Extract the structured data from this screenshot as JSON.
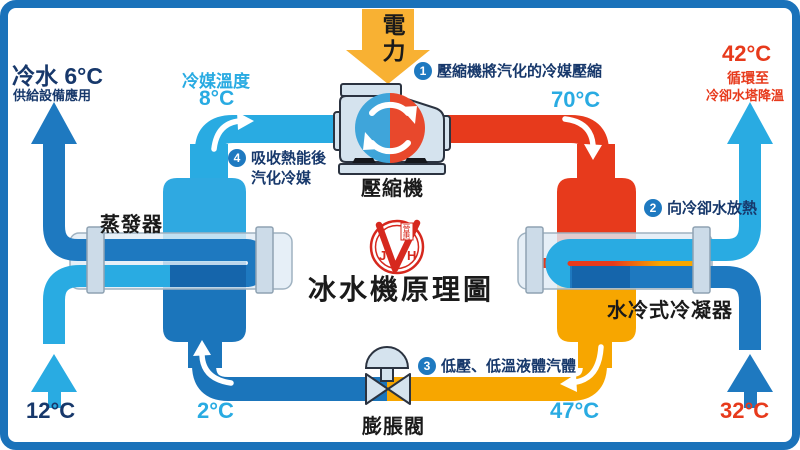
{
  "title": "冰水機原理圖",
  "power_label": "電力",
  "components": {
    "evaporator": "蒸發器",
    "compressor": "壓縮機",
    "condenser": "水冷式冷凝器",
    "valve": "膨脹閥"
  },
  "steps": [
    {
      "num": "1",
      "text": "壓縮機將汽化的冷媒壓縮"
    },
    {
      "num": "2",
      "text": "向冷卻水放熱"
    },
    {
      "num": "3",
      "text": "低壓、低溫液體汽體"
    },
    {
      "num": "4",
      "text": "吸收熱能後",
      "text2": "汽化冷媒"
    }
  ],
  "temps": {
    "chilled_supply": "冷水 6°C",
    "chilled_supply_note": "供給設備應用",
    "refrigerant_label": "冷媒溫度",
    "evap_out": "8°C",
    "compressor_out": "70°C",
    "cooling_out": "42°C",
    "cooling_out_note1": "循環至",
    "cooling_out_note2": "冷卻水塔降溫",
    "chilled_return": "12°C",
    "evap_refrigerant": "2°C",
    "condenser_out": "47°C",
    "cooling_in": "32°C"
  },
  "logo": {
    "left": "J",
    "right": "H",
    "seal_top": "晉",
    "seal_bottom": "惠"
  },
  "colors": {
    "frame_blue": "#1a72ba",
    "light_blue": "#29abe2",
    "medium_blue": "#1e79c0",
    "dark_blue": "#1b75bb",
    "red": "#e73a1c",
    "orange": "#f7a600",
    "yellow": "#f8b133",
    "navy_text": "#17386b",
    "logo_red": "#d6281e"
  }
}
